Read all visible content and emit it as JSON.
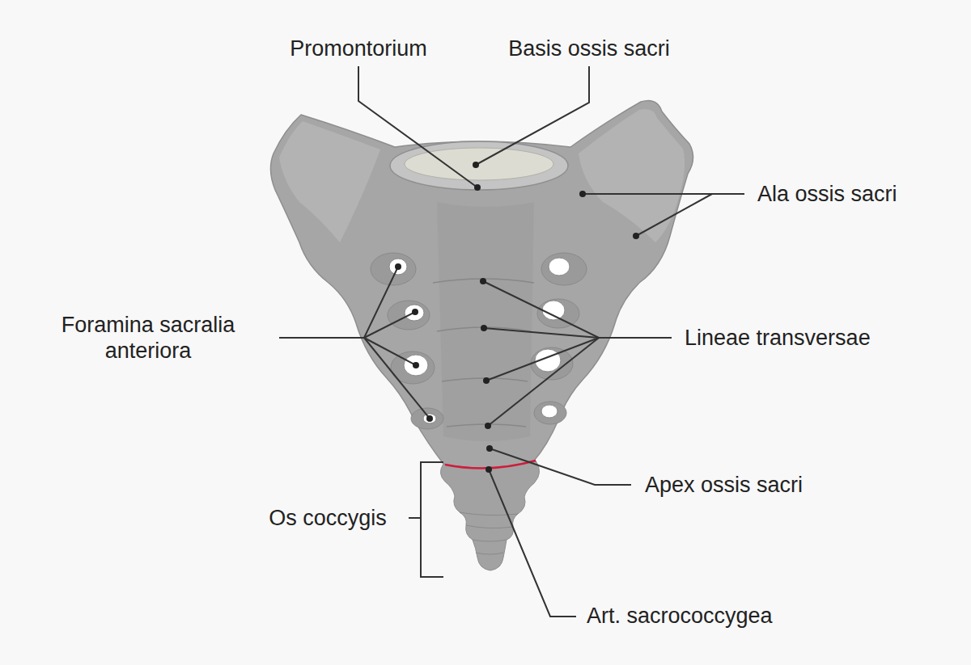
{
  "diagram": {
    "labels": [
      "Promontorium",
      "Basis ossis sacri",
      "Ala ossis sacri",
      "Foramina sacralia anteriora",
      "Lineae transversae",
      "Apex ossis sacri",
      "Os coccygis",
      "Art. sacrococcygea"
    ]
  }
}
